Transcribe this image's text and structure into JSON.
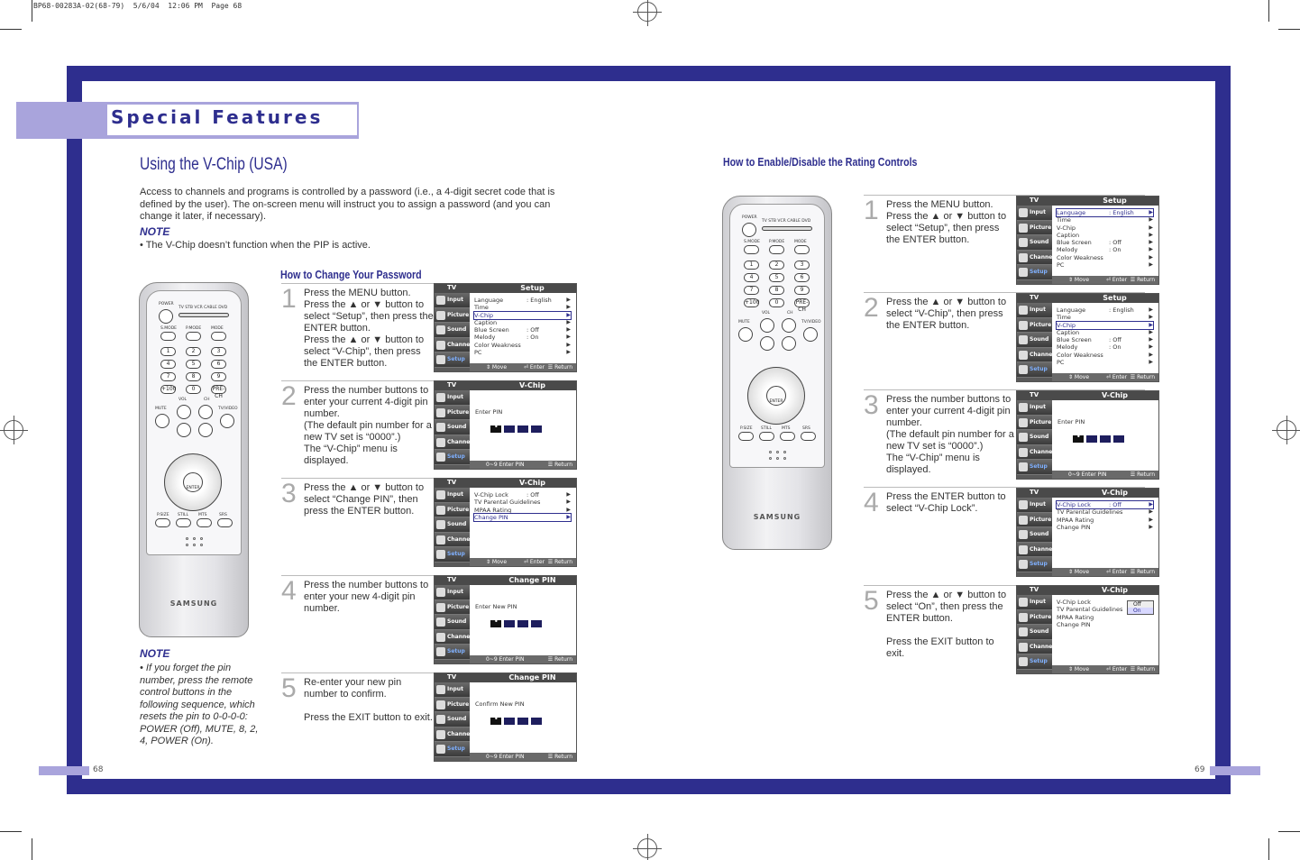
{
  "print_header": "BP68-00283A-02(68-79)  5/6/04  12:06 PM  Page 68",
  "section_title": "Special Features",
  "page_left": "68",
  "page_right": "69",
  "main_heading": "Using the V-Chip (USA)",
  "intro": "Access to channels and programs is controlled by a password (i.e., a 4-digit secret code that is defined by the user). The on-screen menu will instruct you to assign a password (and you can change it later, if necessary).",
  "note_label": "NOTE",
  "note_top": "• The V-Chip doesn’t function when the PIP is active.",
  "note_bottom": "• If you forget the pin number, press the remote control buttons in the following sequence, which resets the pin to 0-0-0-0: POWER (Off), MUTE, 8, 2, 4, POWER (On).",
  "left_heading": "How to Change Your Password",
  "right_heading": "How to Enable/Disable the Rating Controls",
  "left_steps": [
    {
      "n": "1",
      "text": "Press the MENU button.\nPress the ▲ or ▼ button to select “Setup”, then press the ENTER button.\nPress the ▲ or ▼ button to select “V-Chip”, then press the ENTER button."
    },
    {
      "n": "2",
      "text": "Press the number buttons to enter your current 4-digit pin number.\n(The default pin number for a new TV set is “0000”.)\nThe “V-Chip” menu is displayed."
    },
    {
      "n": "3",
      "text": "Press the ▲ or ▼ button to select “Change PIN”, then press the ENTER button."
    },
    {
      "n": "4",
      "text": "Press the number buttons to enter your new 4-digit pin number."
    },
    {
      "n": "5",
      "text": "Re-enter your new pin number to confirm.\n\nPress the EXIT button to exit."
    }
  ],
  "right_steps": [
    {
      "n": "1",
      "text": "Press the MENU button.\nPress the ▲ or ▼ button to select “Setup”, then press the ENTER button."
    },
    {
      "n": "2",
      "text": "Press the ▲ or ▼ button to select “V-Chip”, then press the ENTER button."
    },
    {
      "n": "3",
      "text": "Press the number buttons to enter your current 4-digit pin number.\n(The default pin number for a new TV set is “0000”.)\nThe “V-Chip” menu is displayed."
    },
    {
      "n": "4",
      "text": "Press the ENTER button to select “V-Chip Lock”."
    },
    {
      "n": "5",
      "text": "Press the ▲ or ▼ button to select “On”, then press the ENTER button.\n\nPress the EXIT button to exit."
    }
  ],
  "osd": {
    "tv": "TV",
    "side": [
      "Input",
      "Picture",
      "Sound",
      "Channel",
      "Setup"
    ],
    "setup_title": "Setup",
    "setup_rows": [
      {
        "k": "Language",
        "v": ": English"
      },
      {
        "k": "Time",
        "v": ""
      },
      {
        "k": "V-Chip",
        "v": ""
      },
      {
        "k": "Caption",
        "v": ""
      },
      {
        "k": "Blue Screen",
        "v": ": Off"
      },
      {
        "k": "Melody",
        "v": ": On"
      },
      {
        "k": "Color Weakness",
        "v": ""
      },
      {
        "k": "PC",
        "v": ""
      }
    ],
    "vchip_title": "V-Chip",
    "vchip_rows": [
      {
        "k": "V-Chip Lock",
        "v": ": Off"
      },
      {
        "k": "TV Parental Guidelines",
        "v": ""
      },
      {
        "k": "MPAA Rating",
        "v": ""
      },
      {
        "k": "Change PIN",
        "v": ""
      }
    ],
    "vchip_rows_right5": [
      "V-Chip Lock",
      "TV Parental Guidelines",
      "MPAA Rating",
      "Change PIN"
    ],
    "change_pin_title": "Change PIN",
    "enter_pin": "Enter PIN",
    "enter_new_pin": "Enter New PIN",
    "confirm_new_pin": "Confirm New PIN",
    "move": "Move",
    "enter": "Enter",
    "return": "Return",
    "enter_pin_bar": "0~9 Enter PIN",
    "off": "Off",
    "on": "On"
  },
  "remote": {
    "brand": "SAMSUNG",
    "power": "POWER",
    "modes": "TV  STB  VCR  CABLE  DVD",
    "keys": [
      "1",
      "2",
      "3",
      "4",
      "5",
      "6",
      "7",
      "8",
      "9",
      "+100",
      "0",
      "PRE-CH"
    ],
    "top_keys": [
      "S.MODE",
      "P.MODE",
      "MODE"
    ],
    "vol": "VOL",
    "ch": "CH",
    "mute": "MUTE",
    "tvvideo": "TV/VIDEO",
    "enter": "ENTER",
    "bottom_keys": [
      "P.SIZE",
      "STILL",
      "MTS",
      "SRS"
    ]
  }
}
